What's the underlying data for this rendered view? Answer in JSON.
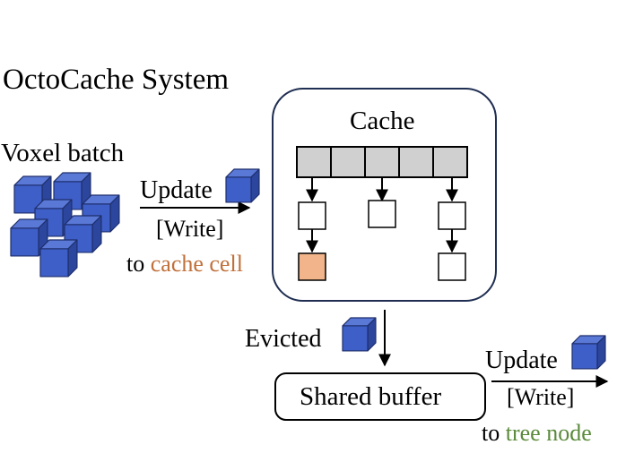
{
  "title": "OctoCache System",
  "voxel_batch": {
    "label": "Voxel batch"
  },
  "update_to_cache": {
    "update": "Update",
    "write": "[Write]",
    "to_prefix": "to",
    "target": "cache cell",
    "target_color": "#c0703a"
  },
  "cache": {
    "label": "Cache"
  },
  "evicted": {
    "label": "Evicted"
  },
  "shared_buffer": {
    "label": "Shared buffer"
  },
  "update_to_tree": {
    "update": "Update",
    "write": "[Write]",
    "to_prefix": "to",
    "target": "tree node",
    "target_color": "#5a8a3a"
  },
  "colors": {
    "voxel_front": "#3f5fc8",
    "voxel_top": "#5a78d6",
    "voxel_side": "#2c469e",
    "voxel_stroke": "#1e2f6b",
    "cache_slot": "#d0d0d0",
    "highlight_cell": "#f2b48a"
  },
  "icons": [
    "voxel-cube-icon",
    "arrow-icon"
  ]
}
